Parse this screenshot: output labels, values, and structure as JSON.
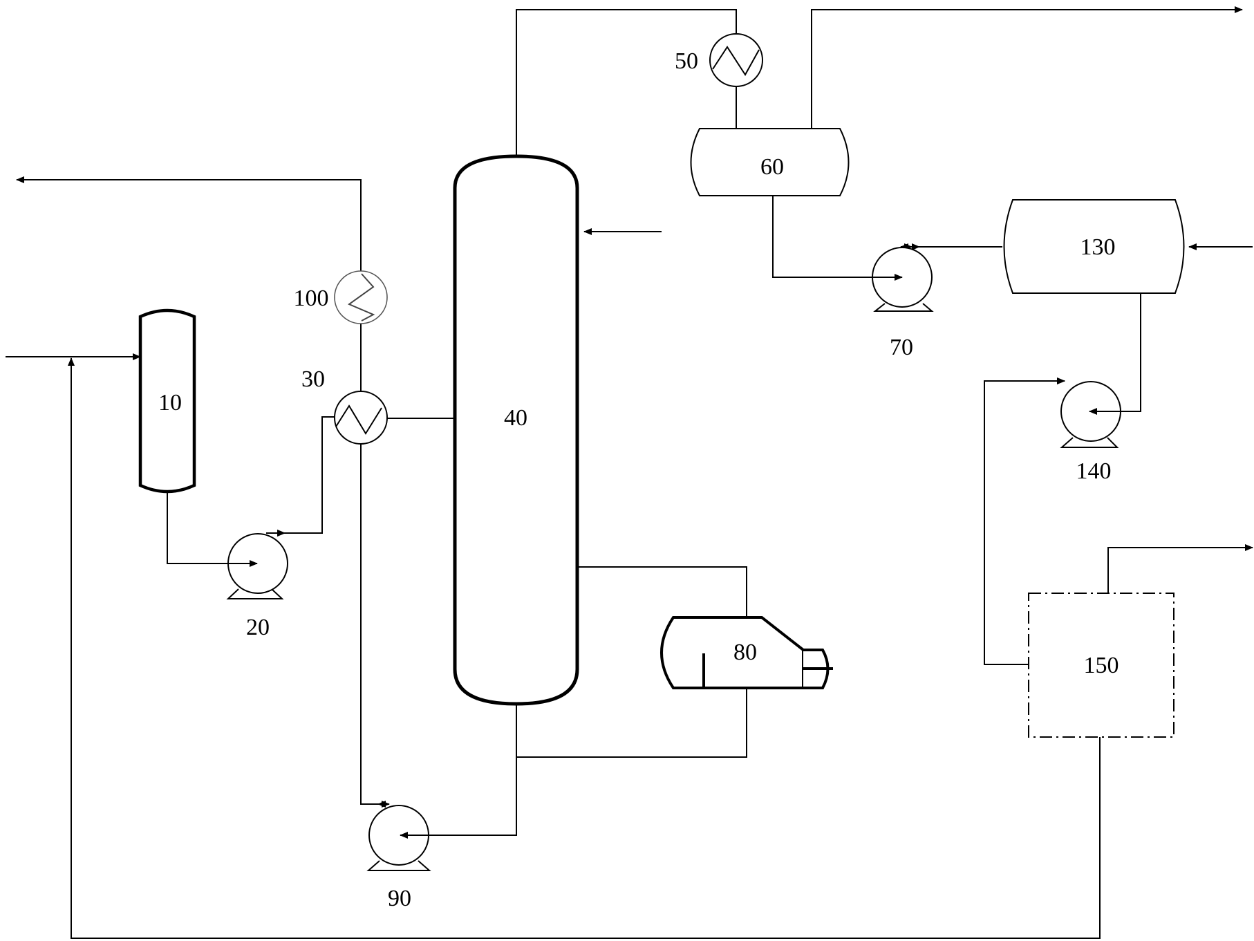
{
  "labels": {
    "u10": "10",
    "u20": "20",
    "u30": "30",
    "u40": "40",
    "u50": "50",
    "u60": "60",
    "u70": "70",
    "u80": "80",
    "u90": "90",
    "u100": "100",
    "u130": "130",
    "u140": "140",
    "u150": "150"
  }
}
